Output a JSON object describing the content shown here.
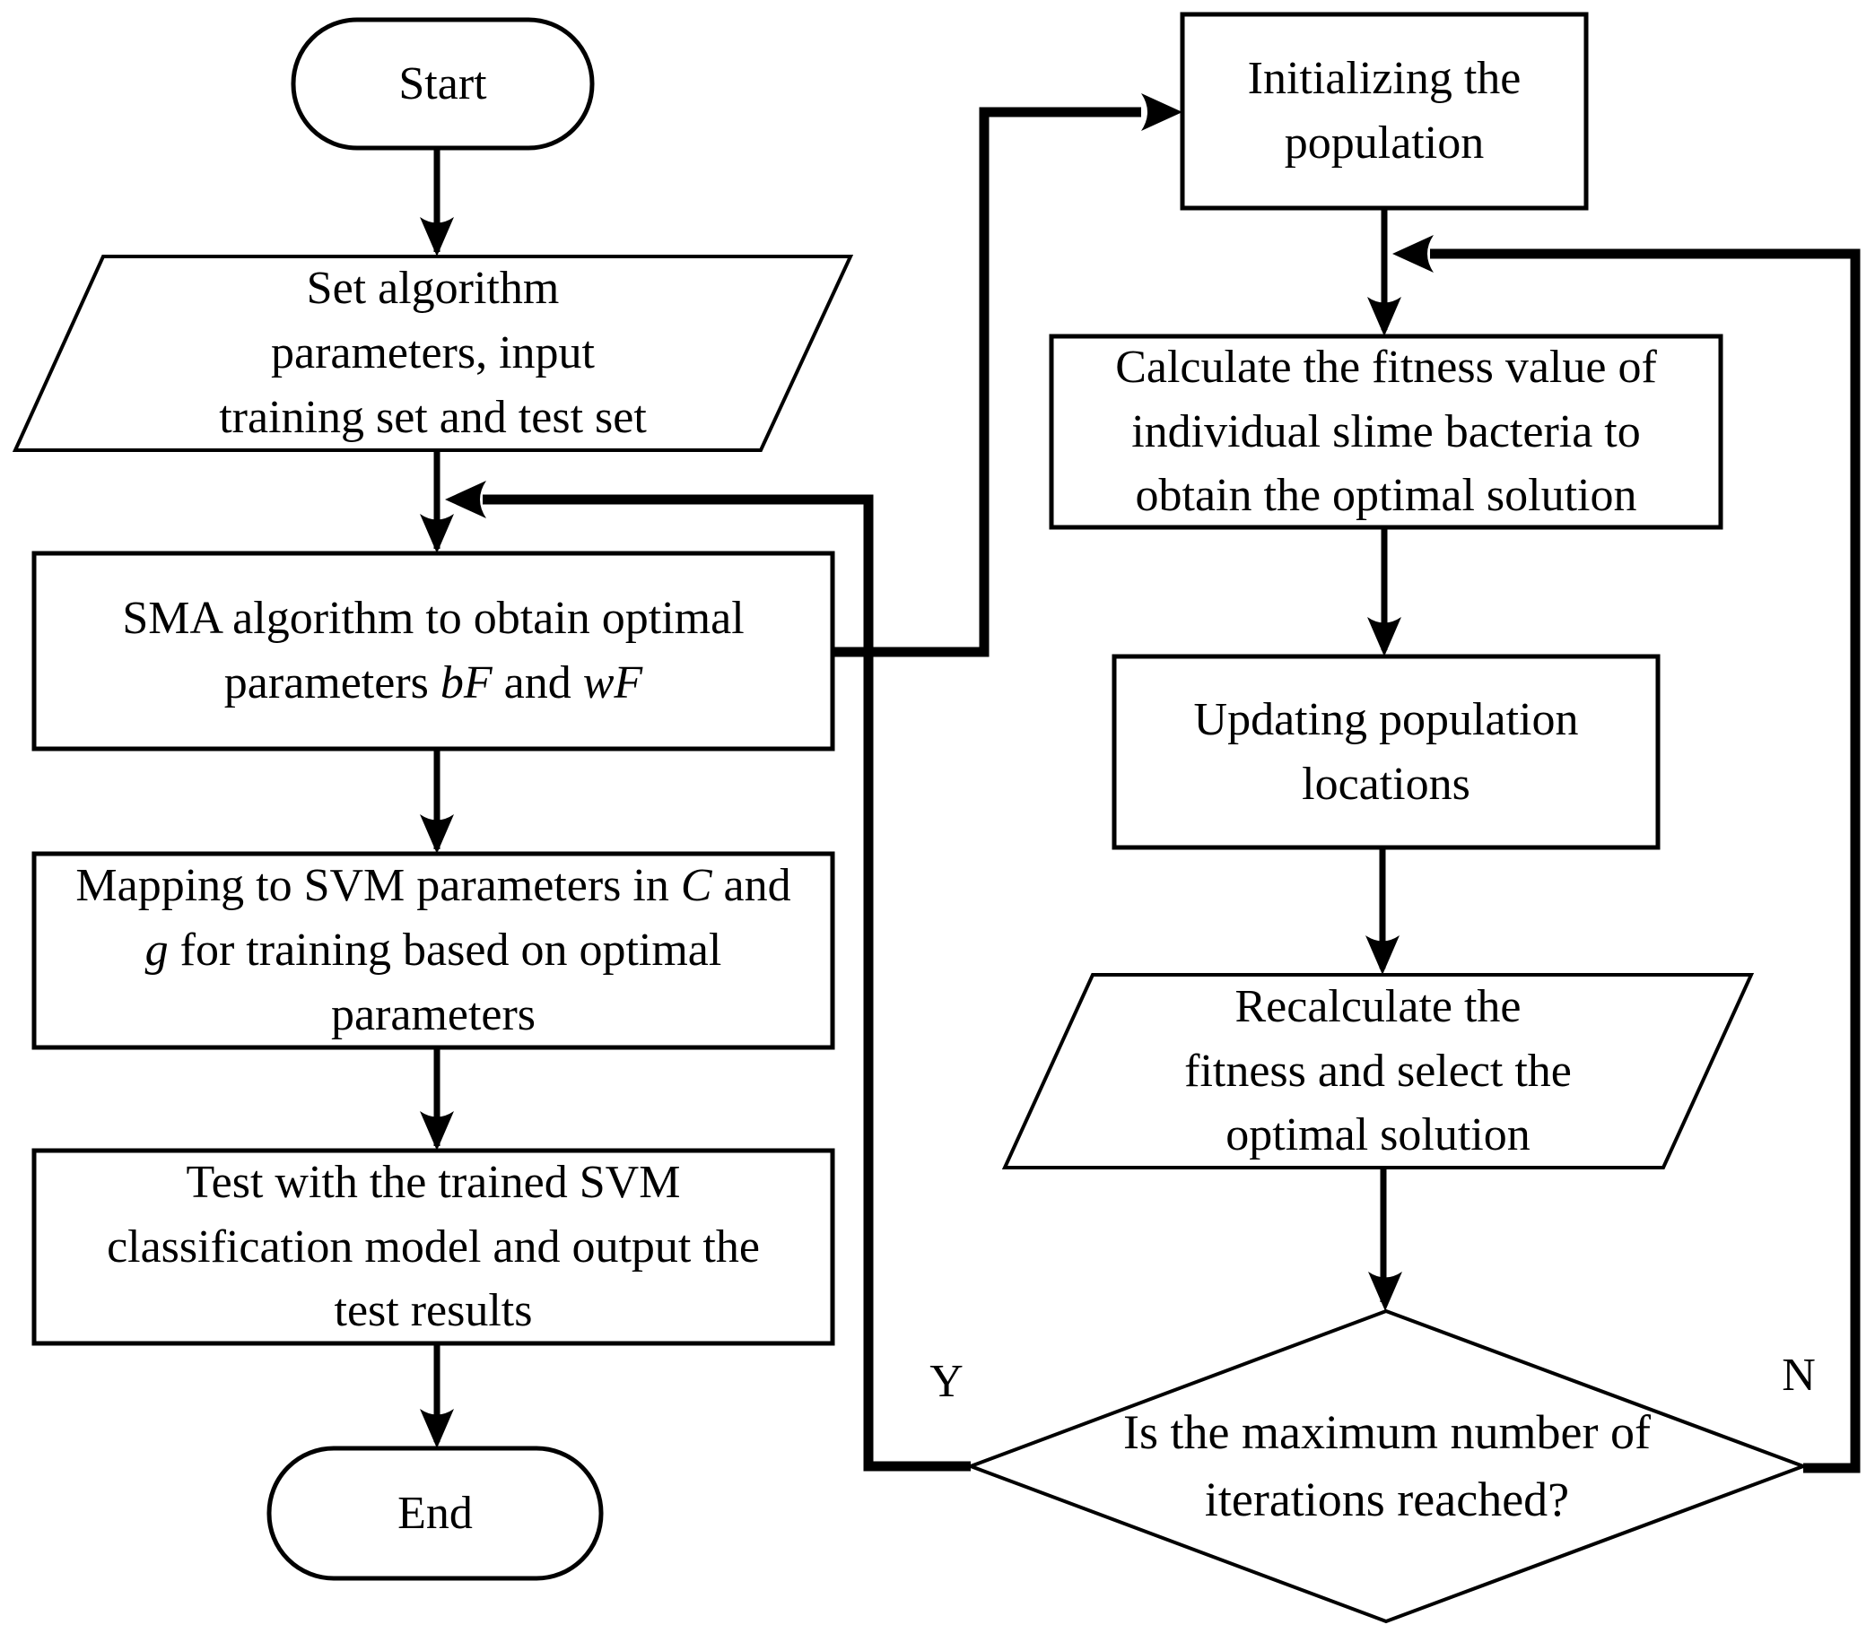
{
  "figure": {
    "background_color": "#ffffff",
    "line_color": "#000000",
    "text_color": "#000000"
  },
  "nodes": {
    "start": {
      "type": "terminator",
      "lines": [
        "Start"
      ]
    },
    "set_params": {
      "type": "input-output",
      "lines": [
        "Set algorithm",
        "parameters, input",
        "training set and test set"
      ]
    },
    "sma": {
      "type": "process",
      "lines": [
        "SMA algorithm to obtain optimal",
        "parameters *bF* and *wF*"
      ]
    },
    "mapping": {
      "type": "process",
      "lines": [
        "Mapping to SVM parameters in *C* and",
        "*g* for training based on optimal",
        "parameters"
      ]
    },
    "test": {
      "type": "process",
      "lines": [
        "Test with the trained SVM",
        "classification model and output the",
        "test results"
      ]
    },
    "end": {
      "type": "terminator",
      "lines": [
        "End"
      ]
    },
    "initializing": {
      "type": "process",
      "lines": [
        "Initializing the",
        "population"
      ]
    },
    "fitness": {
      "type": "process",
      "lines": [
        "Calculate the fitness value of",
        "individual slime bacteria to",
        "obtain the optimal solution"
      ]
    },
    "updating": {
      "type": "process",
      "lines": [
        "Updating population",
        "locations"
      ]
    },
    "recalculate": {
      "type": "input-output",
      "lines": [
        "Recalculate the",
        "fitness and select the",
        "optimal solution"
      ]
    },
    "decision": {
      "type": "decision",
      "lines": [
        "Is the maximum number of",
        "iterations reached?"
      ]
    }
  },
  "edge_labels": {
    "yes": "Y",
    "no": "N"
  }
}
